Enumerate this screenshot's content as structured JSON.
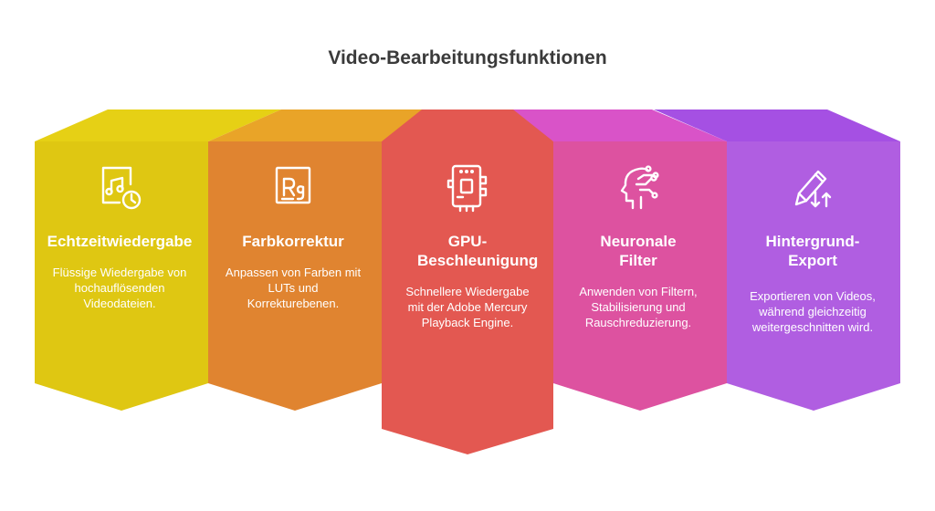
{
  "title": "Video-Bearbeitungsfunktionen",
  "colors": {
    "c1": "#dfc712",
    "c2": "#e08430",
    "c3": "#e35851",
    "c4": "#dd52a0",
    "c5": "#b05ee1",
    "c1_top": "#e6d015",
    "c2_top": "#e9a428",
    "c4_top": "#d953c8",
    "c5_top": "#a550e3"
  },
  "columns": [
    {
      "title": "Echtzeitwiedergabe",
      "description": "Flüssige Wiedergabe von hochauflösenden Videodateien.",
      "icon": "music-file-clock-icon"
    },
    {
      "title": "Farbkorrektur",
      "description": "Anpassen von Farben mit LUTs und Korrekturebenen.",
      "icon": "text-style-icon"
    },
    {
      "title": "GPU-Beschleunigung",
      "description": "Schnellere Wiedergabe mit der Adobe Mercury Playback Engine.",
      "icon": "chip-icon"
    },
    {
      "title": "Neuronale Filter",
      "description": "Anwenden von Filtern, Stabilisierung und Rauschreduzierung.",
      "icon": "brain-head-icon"
    },
    {
      "title": "Hintergrund-Export",
      "description": "Exportieren von Videos, während gleichzeitig weitergeschnitten wird.",
      "icon": "pencil-sort-icon"
    }
  ]
}
